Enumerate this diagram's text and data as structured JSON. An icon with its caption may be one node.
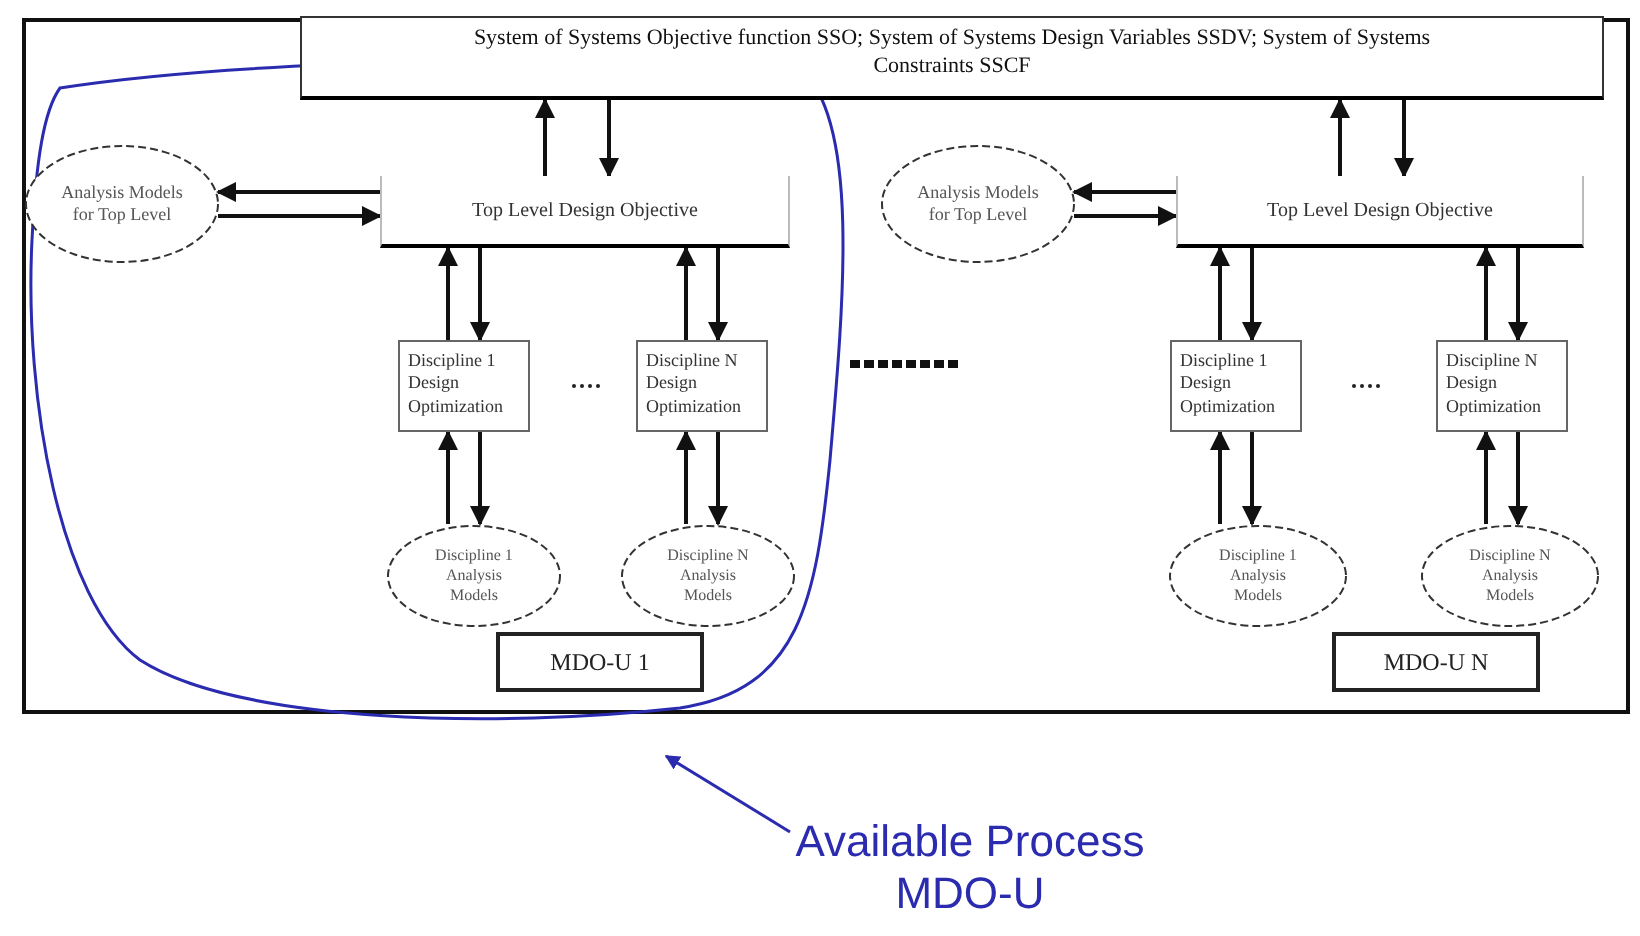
{
  "diagram": {
    "nodes": [
      {
        "text": [
          "System of Systems Objective function SSO; System of Systems Design Variables SSDV; System of Systems Constraints SSCF"
        ]
      },
      {
        "text": [
          "Analysis Models for Top Level"
        ]
      },
      {
        "text": [
          "Top Level Design Objective"
        ]
      },
      {
        "text": [
          "Discipline 1 Design Optimization"
        ]
      },
      {
        "text": [
          "Discipline N Design Optimization"
        ]
      },
      {
        "text": [
          "Discipline 1 Analysis Models"
        ]
      },
      {
        "text": [
          "Discipline N Analysis Models"
        ]
      },
      {
        "text": [
          "MDO-U 1"
        ]
      },
      {
        "text": [
          "Analysis Models for Top Level"
        ]
      },
      {
        "text": [
          "Top Level Design Objective"
        ]
      },
      {
        "text": [
          "Discipline 1 Design Optimization"
        ]
      },
      {
        "text": [
          "Discipline N Design Optimization"
        ]
      },
      {
        "text": [
          "Discipline 1 Analysis Models"
        ]
      },
      {
        "text": [
          "Discipline N Analysis Models"
        ]
      },
      {
        "text": [
          "MDO-U N"
        ]
      },
      {
        "text": [
          "Available Process MDO-U"
        ]
      }
    ],
    "edges": [
      {
        "from": 2,
        "to": 0,
        "arrow": "to"
      },
      {
        "from": 0,
        "to": 2,
        "arrow": "to"
      },
      {
        "from": 2,
        "to": 1,
        "arrow": "to"
      },
      {
        "from": 1,
        "to": 2,
        "arrow": "to"
      },
      {
        "from": 3,
        "to": 2,
        "arrow": "to"
      },
      {
        "from": 2,
        "to": 3,
        "arrow": "to"
      },
      {
        "from": 4,
        "to": 2,
        "arrow": "to"
      },
      {
        "from": 2,
        "to": 4,
        "arrow": "to"
      },
      {
        "from": 5,
        "to": 3,
        "arrow": "to"
      },
      {
        "from": 3,
        "to": 5,
        "arrow": "to"
      },
      {
        "from": 6,
        "to": 4,
        "arrow": "to"
      },
      {
        "from": 4,
        "to": 6,
        "arrow": "to"
      },
      {
        "from": 9,
        "to": 0,
        "arrow": "to"
      },
      {
        "from": 0,
        "to": 9,
        "arrow": "to"
      },
      {
        "from": 9,
        "to": 8,
        "arrow": "to"
      },
      {
        "from": 8,
        "to": 9,
        "arrow": "to"
      },
      {
        "from": 10,
        "to": 9,
        "arrow": "to"
      },
      {
        "from": 9,
        "to": 10,
        "arrow": "to"
      },
      {
        "from": 11,
        "to": 9,
        "arrow": "to"
      },
      {
        "from": 9,
        "to": 11,
        "arrow": "to"
      },
      {
        "from": 12,
        "to": 10,
        "arrow": "to"
      },
      {
        "from": 10,
        "to": 12,
        "arrow": "to"
      },
      {
        "from": 13,
        "to": 11,
        "arrow": "to"
      },
      {
        "from": 11,
        "to": 13,
        "arrow": "to"
      },
      {
        "from": 15,
        "to": null,
        "arrow": "to",
        "color": "#2b2bb0"
      }
    ]
  }
}
